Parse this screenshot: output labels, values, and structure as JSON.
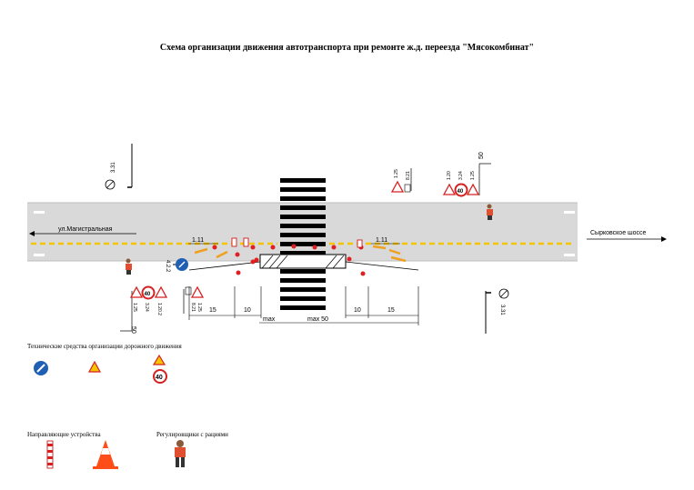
{
  "title": "Схема организации движения автотранспорта при ремонте ж.д. переезда \"Мясокомбинат\"",
  "road": {
    "street_left": "ул.Магистральная",
    "street_right": "Сырковское шоссе",
    "marking_left": "1.11",
    "marking_right": "1.11"
  },
  "signs": {
    "top_left_code": "3.31",
    "bottom_right_code": "3.31",
    "keep_right_code": "4.2.2",
    "top_right_group_1": [
      "1.25",
      "8.21"
    ],
    "top_right_group_2": [
      "1.20",
      "3.24",
      "1.25"
    ],
    "top_right_dim": "50",
    "bottom_left_group_1": [
      "3.24",
      "1.20.2",
      "1.25"
    ],
    "bottom_left_group_2": [
      "1.25",
      "8.21"
    ],
    "bottom_left_dim": "50",
    "speed_limit": "40"
  },
  "dimensions": {
    "left": [
      "15",
      "10",
      "max"
    ],
    "right": [
      "max 50",
      "10",
      "15"
    ]
  },
  "legend": {
    "tech_means_title": "Технические средства организации дорожного движения",
    "guiding_devices_title": "Направляющие устройства",
    "traffic_controllers_title": "Регулировщики с рациями",
    "speed_label": "40"
  },
  "colors": {
    "road": "#d9d9d9",
    "marking": "#f5c400",
    "sign_blue": "#1f5fb4",
    "sign_red": "#d62020",
    "cone_orange": "#ff4d1a"
  }
}
